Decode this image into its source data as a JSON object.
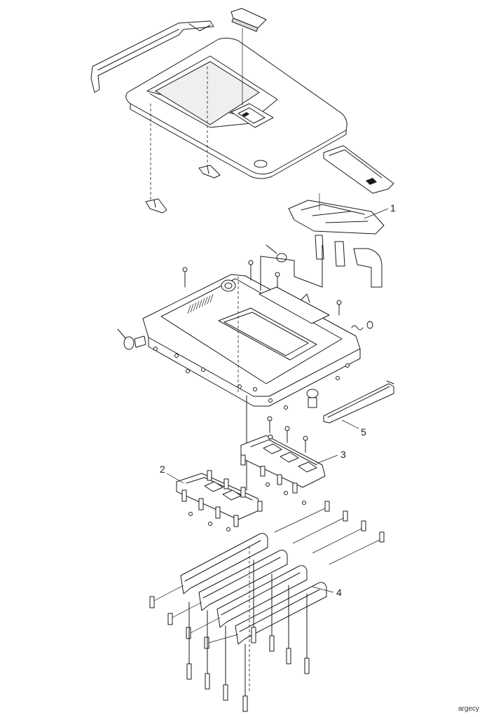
{
  "callouts": [
    {
      "id": "1",
      "label": "1"
    },
    {
      "id": "2",
      "label": "2"
    },
    {
      "id": "3",
      "label": "3"
    },
    {
      "id": "4",
      "label": "4"
    },
    {
      "id": "5",
      "label": "5"
    }
  ],
  "watermark": "argecy"
}
